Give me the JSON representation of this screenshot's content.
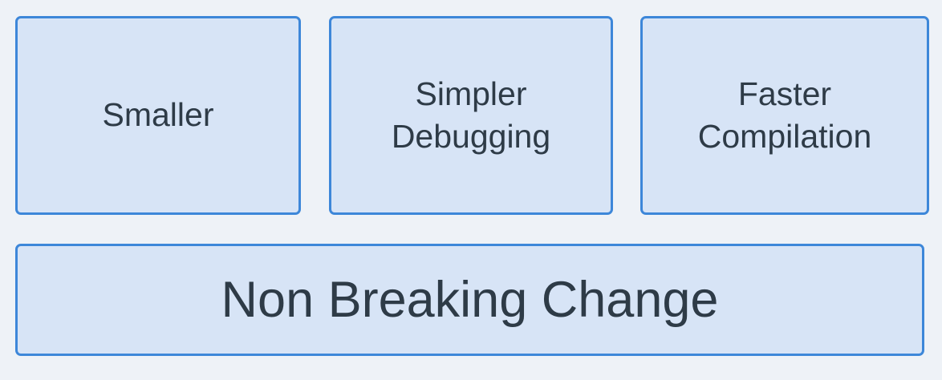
{
  "diagram": {
    "background_color": "#eef2f7",
    "box_fill_color": "#d7e4f6",
    "box_border_color": "#3d87d9",
    "text_color": "#2e3b47",
    "top_boxes": [
      {
        "label": "Smaller"
      },
      {
        "label": "Simpler Debugging"
      },
      {
        "label": "Faster Compilation"
      }
    ],
    "bottom_box": {
      "label": "Non Breaking Change"
    }
  }
}
